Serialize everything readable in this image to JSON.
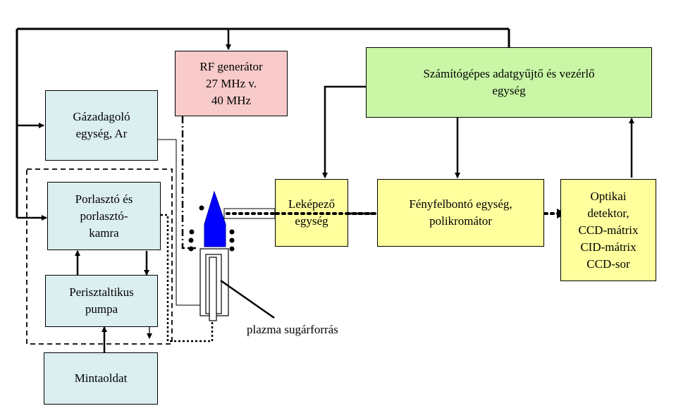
{
  "blocks": {
    "rf_generator": [
      "RF generátor",
      "27  MHz v.",
      "40  MHz"
    ],
    "gas_supply": [
      "Gázadagoló",
      "egység,  Ar"
    ],
    "nebulizer": [
      "Porlasztó  és",
      "porlasztó-",
      "kamra"
    ],
    "pump": [
      "Perisztaltikus",
      "pumpa"
    ],
    "sample": [
      "Mintaoldat"
    ],
    "computer": [
      "Számítógépes  adatgyűjtő  és vezérlő",
      "egység"
    ],
    "imaging": [
      "Leképező",
      "egység"
    ],
    "dispersion": [
      "Fényfelbontó  egység,",
      "polikromátor"
    ],
    "detector": [
      "Optikai",
      "detektor,",
      "CCD-mátrix",
      "CID-mátrix",
      "CCD-sor"
    ]
  },
  "labels": {
    "plasma_source": "plazma  sugárforrás"
  },
  "colors": {
    "rf_fill": "#f8caca",
    "unit_fill": "#dbeef0",
    "computer_fill": "#c9f7a6",
    "optics_fill": "#ffff9e",
    "plasma": "#0000ff"
  }
}
